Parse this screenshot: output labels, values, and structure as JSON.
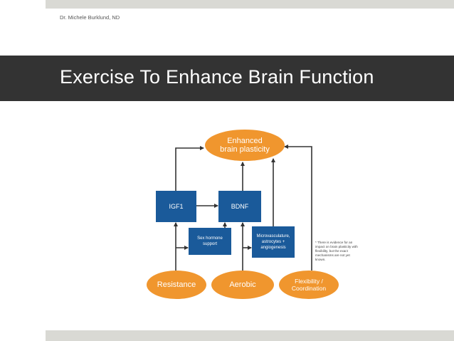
{
  "header": {
    "author": "Dr. Michele Burklund, ND"
  },
  "slide": {
    "title": "Exercise To Enhance Brain Function"
  },
  "diagram": {
    "outcome": "Enhanced brain plasticity",
    "factors": {
      "igf1": "IGF1",
      "bdnf": "BDNF",
      "sex_hormone": "Sex hormone support",
      "microvasculature": "Microvasculature, astrocytes + angiogenesis"
    },
    "exercise_types": {
      "resistance": "Resistance",
      "aerobic": "Aerobic",
      "flexibility": "Flexibility / Coordination"
    },
    "note": "* There is evidence for an impact on brain plasticity with flexibility, but the exact mechanisms are not yet known."
  },
  "colors": {
    "title_band": "#333333",
    "oval": "#f0962e",
    "box": "#1a5a9a",
    "arrow": "#333333",
    "accent_bar": "#d9d9d4"
  }
}
